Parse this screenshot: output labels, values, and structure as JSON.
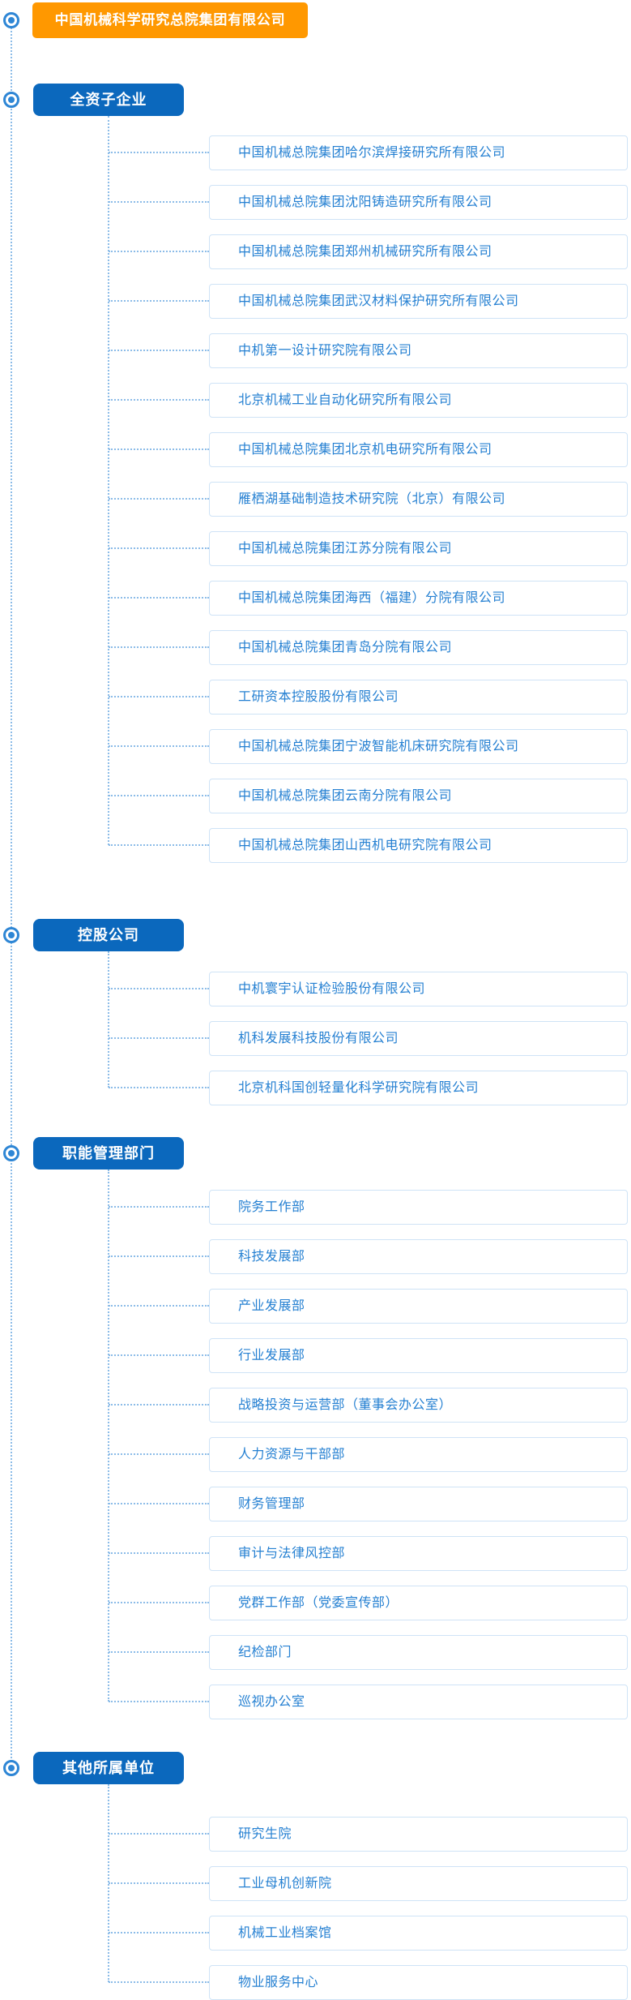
{
  "root": {
    "title": "中国机械科学研究总院集团有限公司"
  },
  "sections": [
    {
      "title": "全资子企业",
      "children": [
        "中国机械总院集团哈尔滨焊接研究所有限公司",
        "中国机械总院集团沈阳铸造研究所有限公司",
        "中国机械总院集团郑州机械研究所有限公司",
        "中国机械总院集团武汉材料保护研究所有限公司",
        "中机第一设计研究院有限公司",
        "北京机械工业自动化研究所有限公司",
        "中国机械总院集团北京机电研究所有限公司",
        "雁栖湖基础制造技术研究院（北京）有限公司",
        "中国机械总院集团江苏分院有限公司",
        "中国机械总院集团海西（福建）分院有限公司",
        "中国机械总院集团青岛分院有限公司",
        "工研资本控股股份有限公司",
        "中国机械总院集团宁波智能机床研究院有限公司",
        "中国机械总院集团云南分院有限公司",
        "中国机械总院集团山西机电研究院有限公司"
      ]
    },
    {
      "title": "控股公司",
      "children": [
        "中机寰宇认证检验股份有限公司",
        "机科发展科技股份有限公司",
        "北京机科国创轻量化科学研究院有限公司"
      ]
    },
    {
      "title": "职能管理部门",
      "children": [
        "院务工作部",
        "科技发展部",
        "产业发展部",
        "行业发展部",
        "战略投资与运营部（董事会办公室）",
        "人力资源与干部部",
        "财务管理部",
        "审计与法律风控部",
        "党群工作部（党委宣传部）",
        "纪检部门",
        "巡视办公室"
      ]
    },
    {
      "title": "其他所属单位",
      "children": [
        "研究生院",
        "工业母机创新院",
        "机械工业档案馆",
        "物业服务中心"
      ]
    }
  ],
  "colors": {
    "root_bg": "#ff9800",
    "section_bg": "#0b68bd",
    "item_text": "#2580d2",
    "item_border": "#cfe3f6",
    "line": "#8cbce8",
    "icon": "#2e86d5"
  }
}
